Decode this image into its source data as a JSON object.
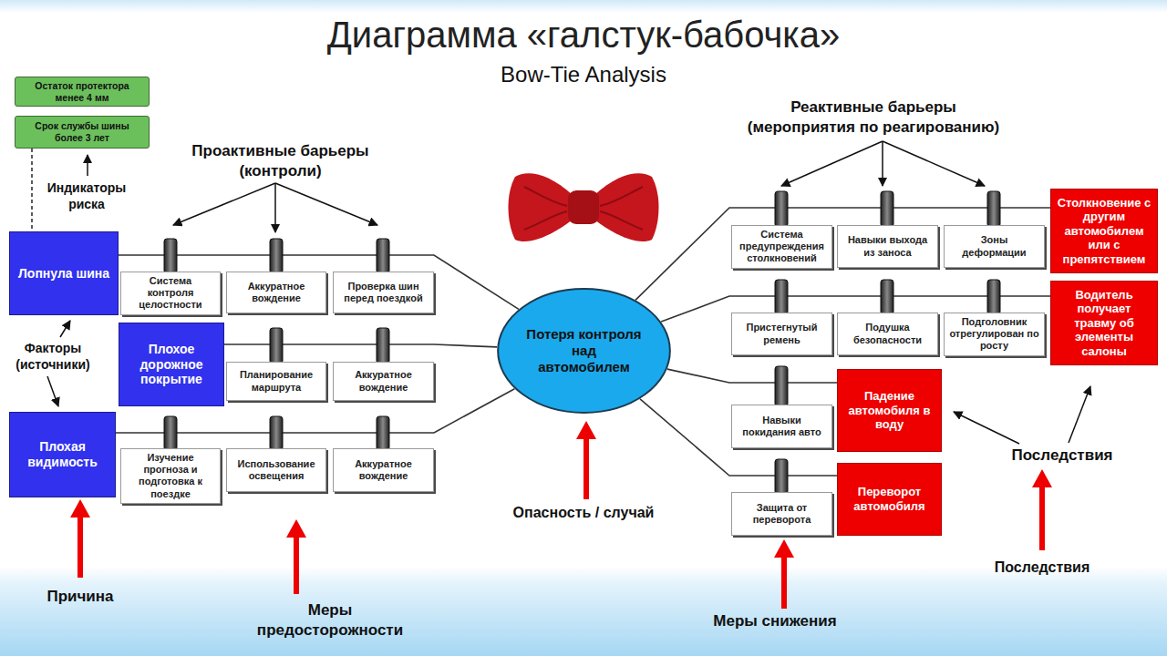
{
  "diagram": {
    "title": "Диаграмма «галстук-бабочка»",
    "nodes": [
      {
        "text": [
          "Остаток протектора менее 4 мм"
        ]
      },
      {
        "text": [
          "Срок службы шины более 3 лет"
        ]
      },
      {
        "text": [
          "Лопнула шина"
        ]
      },
      {
        "text": [
          "Система контроля целостности"
        ]
      },
      {
        "text": [
          "Аккуратное вождение"
        ]
      },
      {
        "text": [
          "Проверка шин перед поездкой"
        ]
      },
      {
        "text": [
          "Плохое дорожное покрытие"
        ]
      },
      {
        "text": [
          "Планирование маршрута"
        ]
      },
      {
        "text": [
          "Аккуратное вождение"
        ]
      },
      {
        "text": [
          "Плохая видимость"
        ]
      },
      {
        "text": [
          "Изучение прогноза и подготовка к поездке"
        ]
      },
      {
        "text": [
          "Использование освещения"
        ]
      },
      {
        "text": [
          "Аккуратное вождение"
        ]
      },
      {
        "text": [
          "Потеря контроля над автомобилем"
        ]
      },
      {
        "text": [
          "Система предупреждения столкновений"
        ]
      },
      {
        "text": [
          "Навыки выхода из заноса"
        ]
      },
      {
        "text": [
          "Зоны деформации"
        ]
      },
      {
        "text": [
          "Столкновение с другим автомобилем или с препятствием"
        ]
      },
      {
        "text": [
          "Пристегнутый ремень"
        ]
      },
      {
        "text": [
          "Подушка безопасности"
        ]
      },
      {
        "text": [
          "Подголовник отрегулирован по росту"
        ]
      },
      {
        "text": [
          "Водитель получает травму об элементы салоны"
        ]
      },
      {
        "text": [
          "Навыки покидания авто"
        ]
      },
      {
        "text": [
          "Падение автомобиля в воду"
        ]
      },
      {
        "text": [
          "Защита от переворота"
        ]
      },
      {
        "text": [
          "Переворот автомобиля"
        ]
      }
    ],
    "edges": [
      {
        "from": 1,
        "to": 2,
        "arrow": "none"
      },
      {
        "from": 2,
        "to": 13,
        "arrow": "none"
      },
      {
        "from": 6,
        "to": 13,
        "arrow": "none"
      },
      {
        "from": 9,
        "to": 13,
        "arrow": "none"
      },
      {
        "from": 13,
        "to": 17,
        "arrow": "none"
      },
      {
        "from": 13,
        "to": 21,
        "arrow": "none"
      },
      {
        "from": 13,
        "to": 23,
        "arrow": "none"
      },
      {
        "from": 13,
        "to": 25,
        "arrow": "none"
      }
    ],
    "labels": [
      "Bow-Tie Analysis",
      "Индикаторы риска",
      "Проактивные барьеры (контроли)",
      "Факторы (источники)",
      "Реактивные барьеры (мероприятия по реагированию)",
      "Последствия",
      "Причина",
      "Меры предосторожности",
      "Опасность / случай",
      "Меры снижения",
      "Последствия"
    ]
  }
}
